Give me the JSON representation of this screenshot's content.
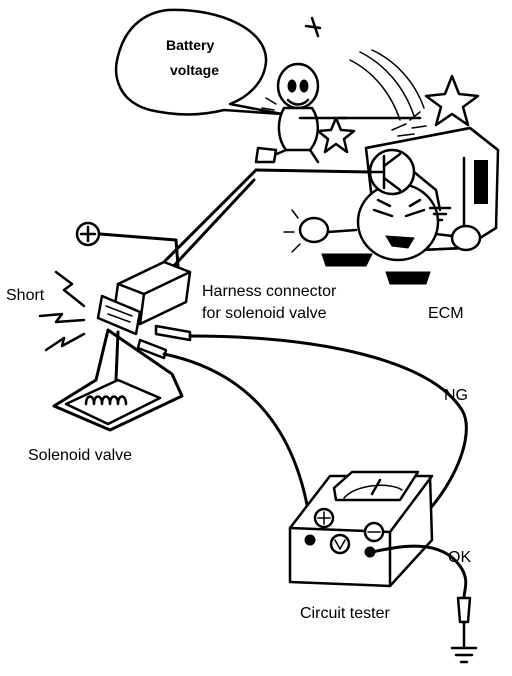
{
  "labels": {
    "bubble_line1": "Battery",
    "bubble_line2": "voltage",
    "short": "Short",
    "harness_line1": "Harness connector",
    "harness_line2": "for solenoid valve",
    "ecm": "ECM",
    "ng": "NG",
    "solenoid_valve": "Solenoid valve",
    "ok": "OK",
    "circuit_tester": "Circuit tester"
  },
  "icons": {
    "battery_terminal": "plus-circle-icon",
    "tester_plus": "plus-circle-icon",
    "tester_minus": "minus-circle-icon",
    "ground": "ground-icon"
  }
}
